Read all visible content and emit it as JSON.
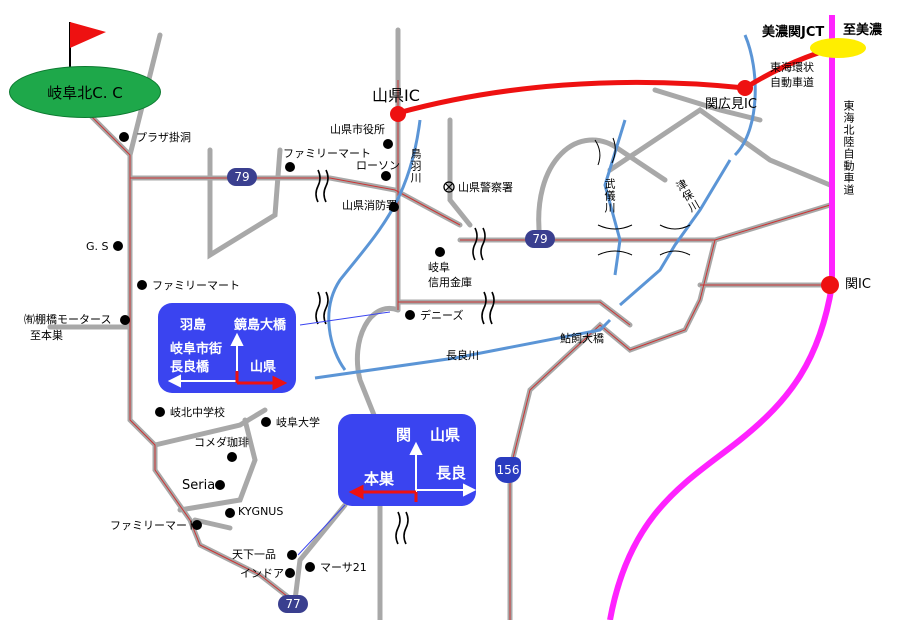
{
  "golf": {
    "name": "岐阜北C. C"
  },
  "ic": {
    "yamagata": "山県IC",
    "sekihiromi": "関広見IC",
    "seki": "関IC",
    "minoseki": "美濃関JCT",
    "to_mino": "至美濃"
  },
  "expressways": {
    "tokai_kanjo_1": "東海環状",
    "tokai_kanjo_2": "自動車道",
    "tokai_hokuriku": "東海北陸自動車道"
  },
  "routes": {
    "r79": "79",
    "r156": "156",
    "r77": "77"
  },
  "landmarks": {
    "plaza": "プラザ掛洞",
    "family1": "ファミリーマート",
    "family2": "ファミリーマート",
    "family3": "ファミリーマート",
    "city_hall": "山県市役所",
    "lawson": "ローソン",
    "fire": "山県消防署",
    "police": "山県警察署",
    "gs": "G. S",
    "bank1": "岐阜",
    "bank2": "信用金庫",
    "tanahashi": "㈲棚橋モータース",
    "to_motosu": "至本巣",
    "dennys": "デニーズ",
    "gihoku_jhs": "岐北中学校",
    "gifu_univ": "岐阜大学",
    "komeda": "コメダ珈琲",
    "seria": "Seria",
    "kygnus": "KYGNUS",
    "tenka": "天下一品",
    "india": "インドア",
    "masa": "マーサ21"
  },
  "rivers": {
    "toba": "鳥羽川",
    "mugi": "武儀川",
    "tsuboi": "津保川",
    "nagara": "長良川",
    "ayudo": "鮎飼大橋"
  },
  "sign1": {
    "hashima": "羽島",
    "kagami": "鏡島大橋",
    "gifu": "岐阜市街",
    "nagara": "長良橋",
    "yamagata": "山県"
  },
  "sign2": {
    "seki": "関",
    "yamagata": "山県",
    "motosu": "本巣",
    "nagara": "長良"
  },
  "colors": {
    "expressway_red": "#ee1111",
    "tokai_hokuriku": "#ff22ff",
    "road_gray": "#a8a8a8",
    "river": "#5b95d6",
    "sign": "#3a44f0",
    "golf": "#1ea84a",
    "jct": "#ffee00"
  }
}
